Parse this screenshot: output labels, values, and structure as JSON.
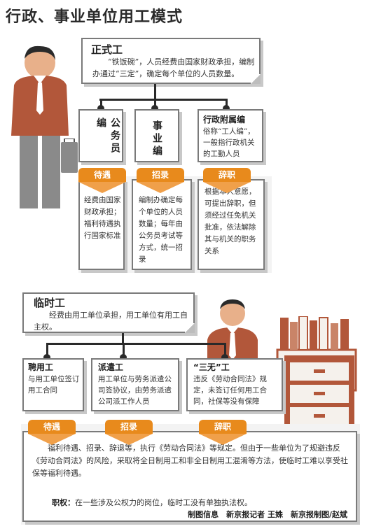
{
  "title": "行政、事业单位用工模式",
  "formal": {
    "title": "正式工",
    "desc": "“铁饭碗”，人员经费由国家财政承担，编制办通过“三定”，确定每个单位的人员数量。",
    "types": [
      {
        "label": "公务员编"
      },
      {
        "label": "事业编"
      },
      {
        "title": "行政附属编",
        "desc": "俗称“工人编”，一般指行政机关的工勤人员"
      }
    ],
    "tags": [
      "待遇",
      "招录",
      "辞职"
    ],
    "details": [
      "经费由国家财政承担；福利待遇执行国家标准",
      "编制办确定每个单位的人员数量；每年由公务员考试等方式，统一招录",
      "根据本人意愿，可提出辞职，但须经过任免机关批准，依法解除其与机关的职务关系"
    ]
  },
  "temp": {
    "title": "临时工",
    "desc": "经费由用工单位承担，用工单位有用工自主权。",
    "types": [
      {
        "title": "聘用工",
        "desc": "与用工单位签订用工合同"
      },
      {
        "title": "派遣工",
        "desc": "用工单位与劳务派遣公司签协议，由劳务派遣公司派工作人员"
      },
      {
        "title": "“三无”工",
        "desc": "违反《劳动合同法》规定，未签订任何用工合同，社保等没有保障"
      }
    ],
    "tags": [
      "待遇",
      "招录",
      "辞职"
    ],
    "detail": "福利待遇、招录、辞退等，执行《劳动合同法》等规定。但由于一些单位为了规避违反《劳动合同法》的风险，采取将全日制用工和非全日制用工混淆等方法，使临时工难以享受社保等福利待遇。",
    "power_label": "职权：",
    "power_text": "在一些涉及公权力的岗位，临时工没有单独执法权。",
    "credit": "制图信息　新京报记者 王姝　新京报制图/赵斌"
  },
  "colors": {
    "orange": "#e88a1c",
    "suit": "#b2573a",
    "pants": "#8a8a8a",
    "gray": "#f3f3f3"
  },
  "icons": [
    "standing-man-icon",
    "briefcase-icon",
    "seated-man-icon",
    "bookshelf-icon",
    "file-cabinet-icon"
  ]
}
